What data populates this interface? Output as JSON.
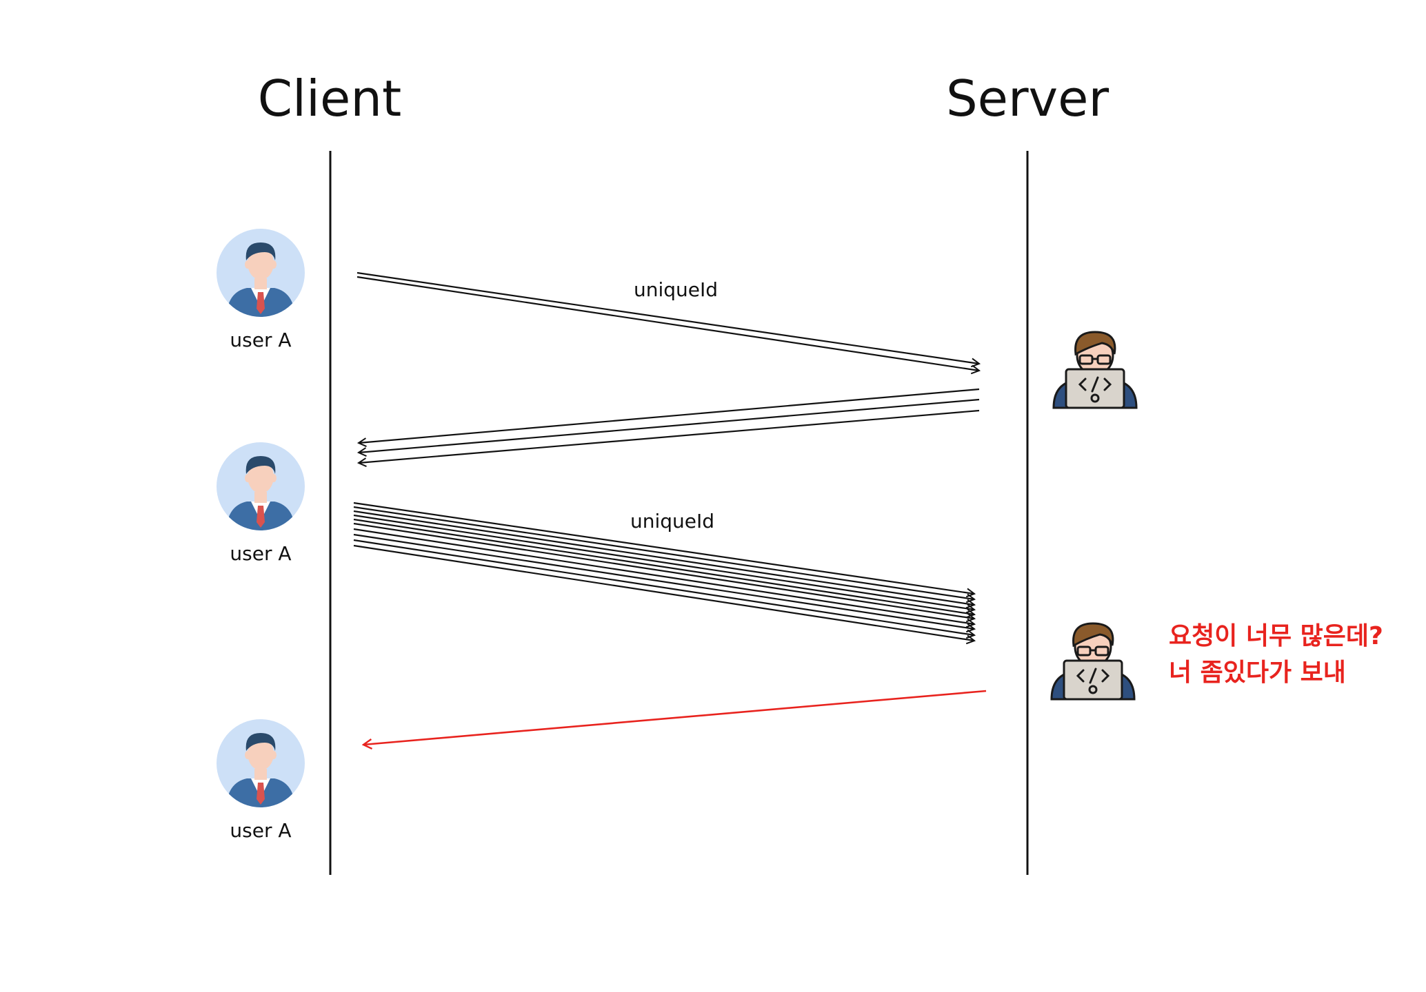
{
  "headers": {
    "client": "Client",
    "server": "Server"
  },
  "users": [
    {
      "label": "user A",
      "icon": "businessman-avatar-icon"
    },
    {
      "label": "user A",
      "icon": "businessman-avatar-icon"
    },
    {
      "label": "user A",
      "icon": "businessman-avatar-icon"
    }
  ],
  "servers": [
    {
      "icon": "developer-laptop-icon"
    },
    {
      "icon": "developer-laptop-icon"
    }
  ],
  "messages": [
    {
      "label": "uniqueId"
    },
    {
      "label": "uniqueId"
    }
  ],
  "alert": {
    "line1": "요청이 너무 많은데?",
    "line2": "너 좀있다가 보내",
    "color": "#e8231e"
  },
  "colors": {
    "line": "#111111",
    "avatar_bg": "#cde0f7",
    "suit": "#3d6ea5",
    "hair": "#2a4a6b",
    "tie": "#d9534f",
    "skin": "#f7d0bd",
    "dev_hair": "#8a5a2b",
    "laptop": "#d9d4cc",
    "dev_shirt": "#2e4f7f"
  }
}
